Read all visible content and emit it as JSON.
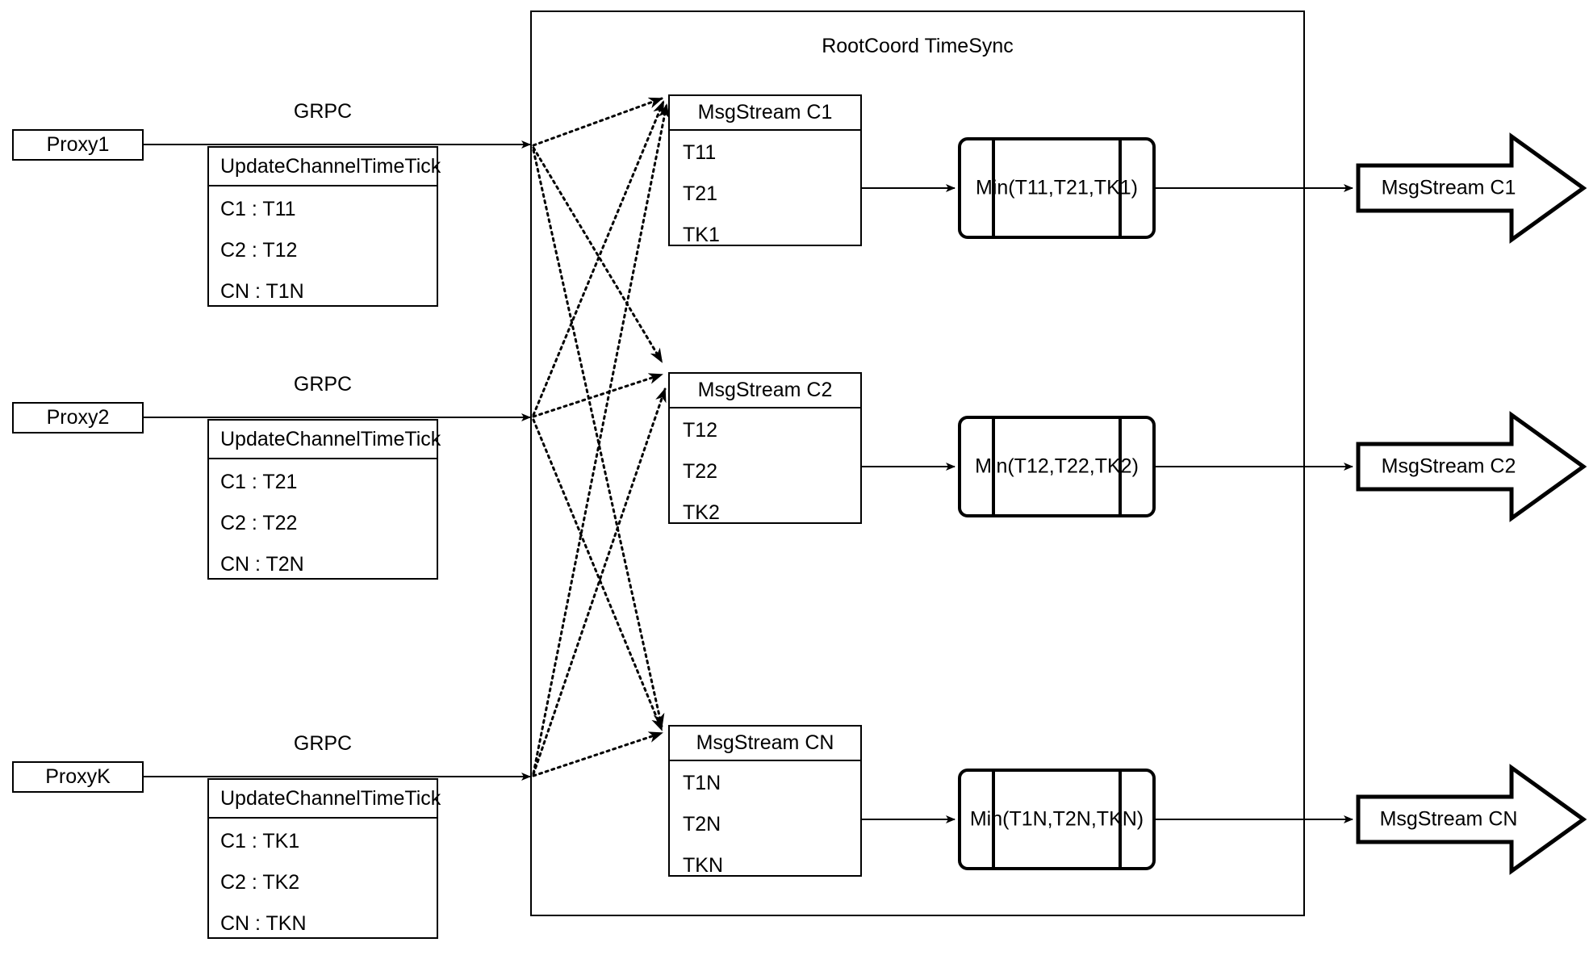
{
  "container": {
    "title": "RootCoord TimeSync"
  },
  "rows": [
    {
      "proxy_label": "Proxy1",
      "link_label": "GRPC",
      "update_tick": {
        "header": "UpdateChannelTimeTick",
        "entries": [
          "C1 :  T11",
          "C2 :  T12",
          "CN : T1N"
        ]
      },
      "msgstream": {
        "header": "MsgStream C1",
        "entries": [
          "T11",
          "T21",
          "TK1"
        ]
      },
      "process_label": "Min(T11,T21,TK1)",
      "output_label": "MsgStream C1"
    },
    {
      "proxy_label": "Proxy2",
      "link_label": "GRPC",
      "update_tick": {
        "header": "UpdateChannelTimeTick",
        "entries": [
          "C1 :  T21",
          "C2 :  T22",
          "CN : T2N"
        ]
      },
      "msgstream": {
        "header": "MsgStream C2",
        "entries": [
          "T12",
          "T22",
          "TK2"
        ]
      },
      "process_label": "Min(T12,T22,TK2)",
      "output_label": "MsgStream C2"
    },
    {
      "proxy_label": "ProxyK",
      "link_label": "GRPC",
      "update_tick": {
        "header": "UpdateChannelTimeTick",
        "entries": [
          "C1 :  TK1",
          "C2 :  TK2",
          "CN : TKN"
        ]
      },
      "msgstream": {
        "header": "MsgStream CN",
        "entries": [
          "T1N",
          "T2N",
          "TKN"
        ]
      },
      "process_label": "Min(T1N,T2N,TKN)",
      "output_label": "MsgStream CN"
    }
  ],
  "colors": {
    "stroke": "#000000",
    "background": "#ffffff"
  }
}
